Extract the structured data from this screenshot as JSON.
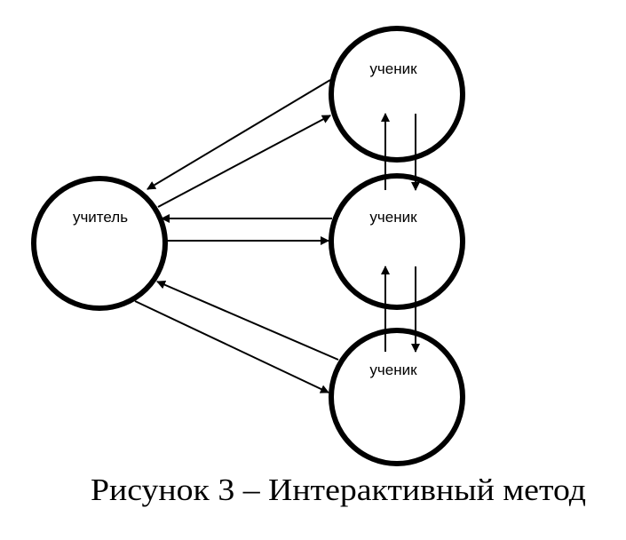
{
  "nodes": {
    "teacher": "учитель",
    "student_top": "ученик",
    "student_middle": "ученик",
    "student_bottom": "ученик"
  },
  "caption": "Рисунок 3 – Интерактивный метод"
}
